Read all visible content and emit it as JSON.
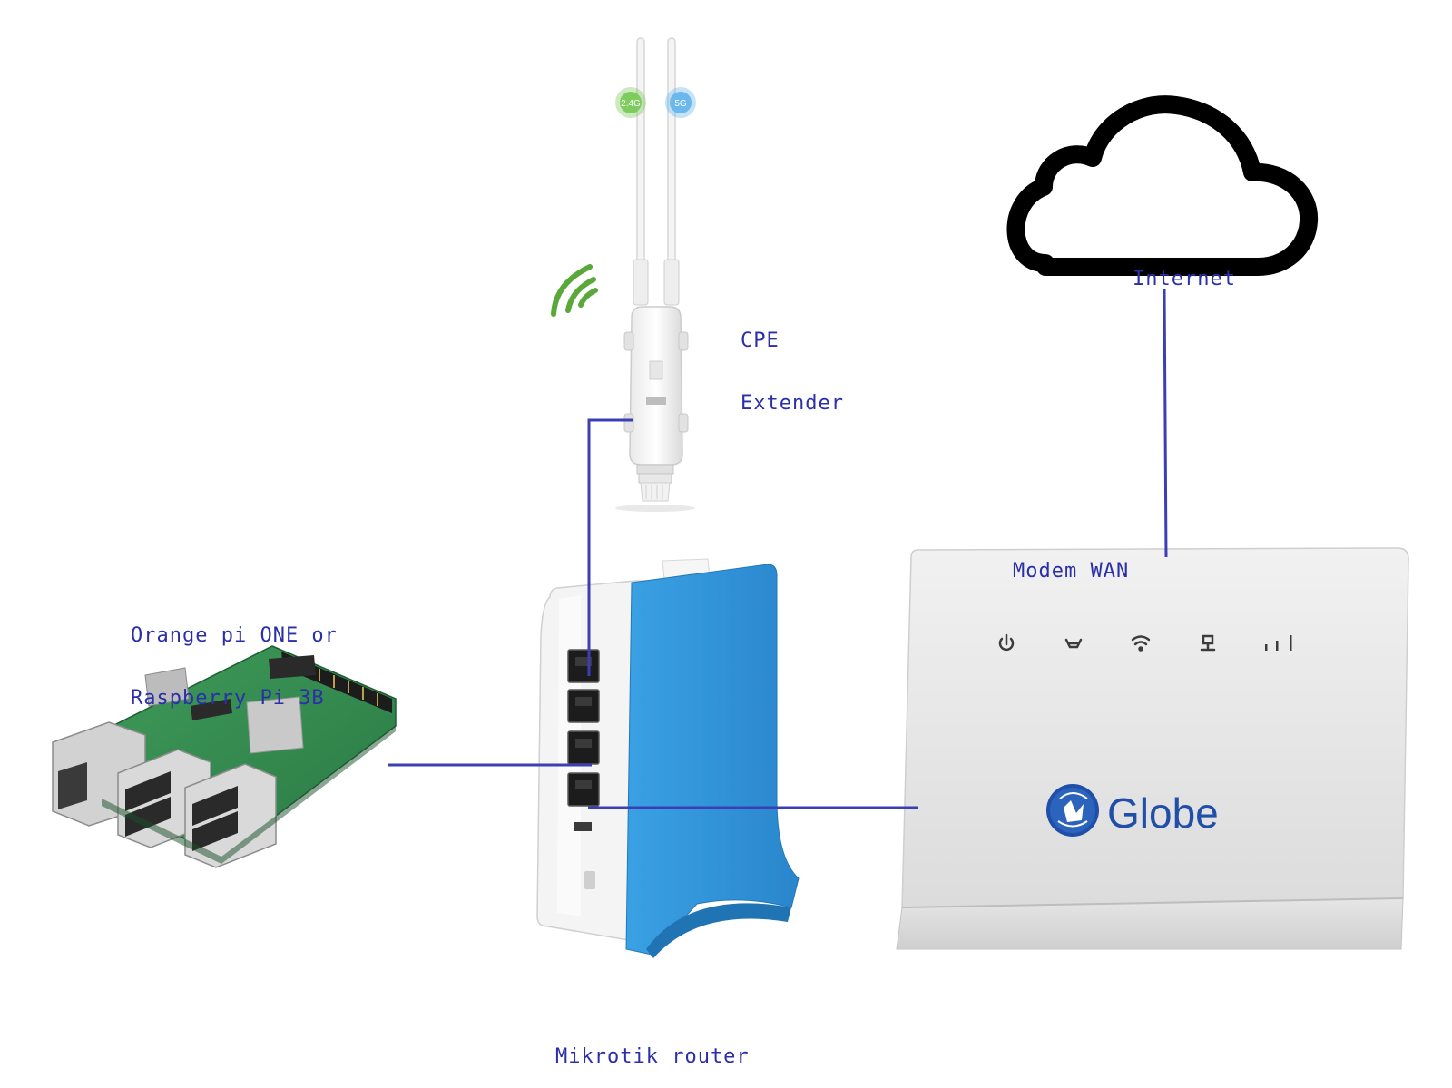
{
  "labels": {
    "internet": "Internet",
    "cpe_line1": "CPE",
    "cpe_line2": "Extender",
    "modem_wan": "Modem WAN",
    "pi_line1": "Orange pi ONE or",
    "pi_line2": "Raspberry Pi 3B",
    "mikrotik": "Mikrotik router"
  },
  "antenna_badges": {
    "band_a": "2.4G",
    "band_b": "5G"
  },
  "modem_brand": "Globe",
  "colors": {
    "connector": "#3a3fb5",
    "label": "#2b2fa8",
    "mikrotik_blue": "#2f8fd6",
    "globe_blue": "#1f4fa8",
    "badge_green": "#6cc04a",
    "badge_blue": "#5aaee8",
    "wifi_green": "#5aa83a"
  },
  "icons": [
    "cloud-icon",
    "wifi-signal-icon",
    "power-icon",
    "phone-icon",
    "wifi-icon",
    "lan-icon",
    "signal-bars-icon",
    "globe-logo-icon"
  ]
}
